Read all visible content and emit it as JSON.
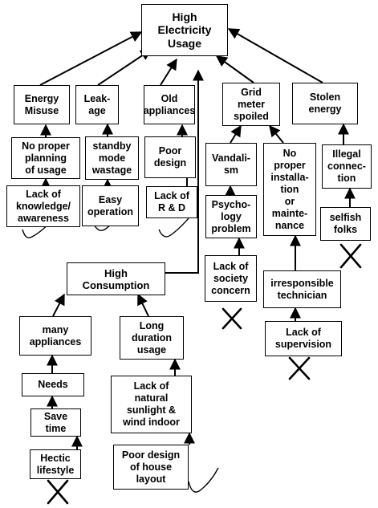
{
  "nodes": {
    "root": "High\nElectricity\nUsage",
    "energy_misuse": "Energy\nMisuse",
    "leakage": "Leak-\nage",
    "old_appliances": "Old\nappliances",
    "grid_meter": "Grid\nmeter\nspoiled",
    "stolen_energy": "Stolen\nenergy",
    "no_planning": "No proper\nplanning\nof usage",
    "standby": "standby\nmode\nwastage",
    "poor_design": "Poor\ndesign",
    "vandalism": "Vandali-\nsm",
    "no_installation": "No\nproper\ninstalla-\ntion\nor\nmainte-\nnance",
    "illegal": "Illegal\nconnec-\ntion",
    "lack_knowledge": "Lack of\nknowledge/\nawareness",
    "easy_operation": "Easy\noperation",
    "lack_rd": "Lack of\nR & D",
    "psychology": "Psycho-\nlogy\nproblem",
    "selfish": "selfish\nfolks",
    "lack_society": "Lack of\nsociety\nconcern",
    "irresponsible": "irresponsible\ntechnician",
    "lack_supervision": "Lack of\nsupervision",
    "high_consumption": "High\nConsumption",
    "many_appliances": "many\nappliances",
    "long_duration": "Long\nduration\nusage",
    "needs": "Needs",
    "lack_sunlight": "Lack of\nnatural\nsunlight &\nwind indoor",
    "save_time": "Save\ntime",
    "hectic": "Hectic\nlifestyle",
    "poor_house": "Poor design\nof house\nlayout"
  },
  "marks": {
    "cross": [
      "lack_society",
      "selfish",
      "lack_supervision",
      "hectic"
    ],
    "check": [
      "lack_knowledge",
      "easy_operation",
      "lack_rd",
      "poor_house"
    ]
  },
  "colors": {
    "line": "#000000",
    "box_border": "#000000",
    "background": "#ffffff"
  }
}
